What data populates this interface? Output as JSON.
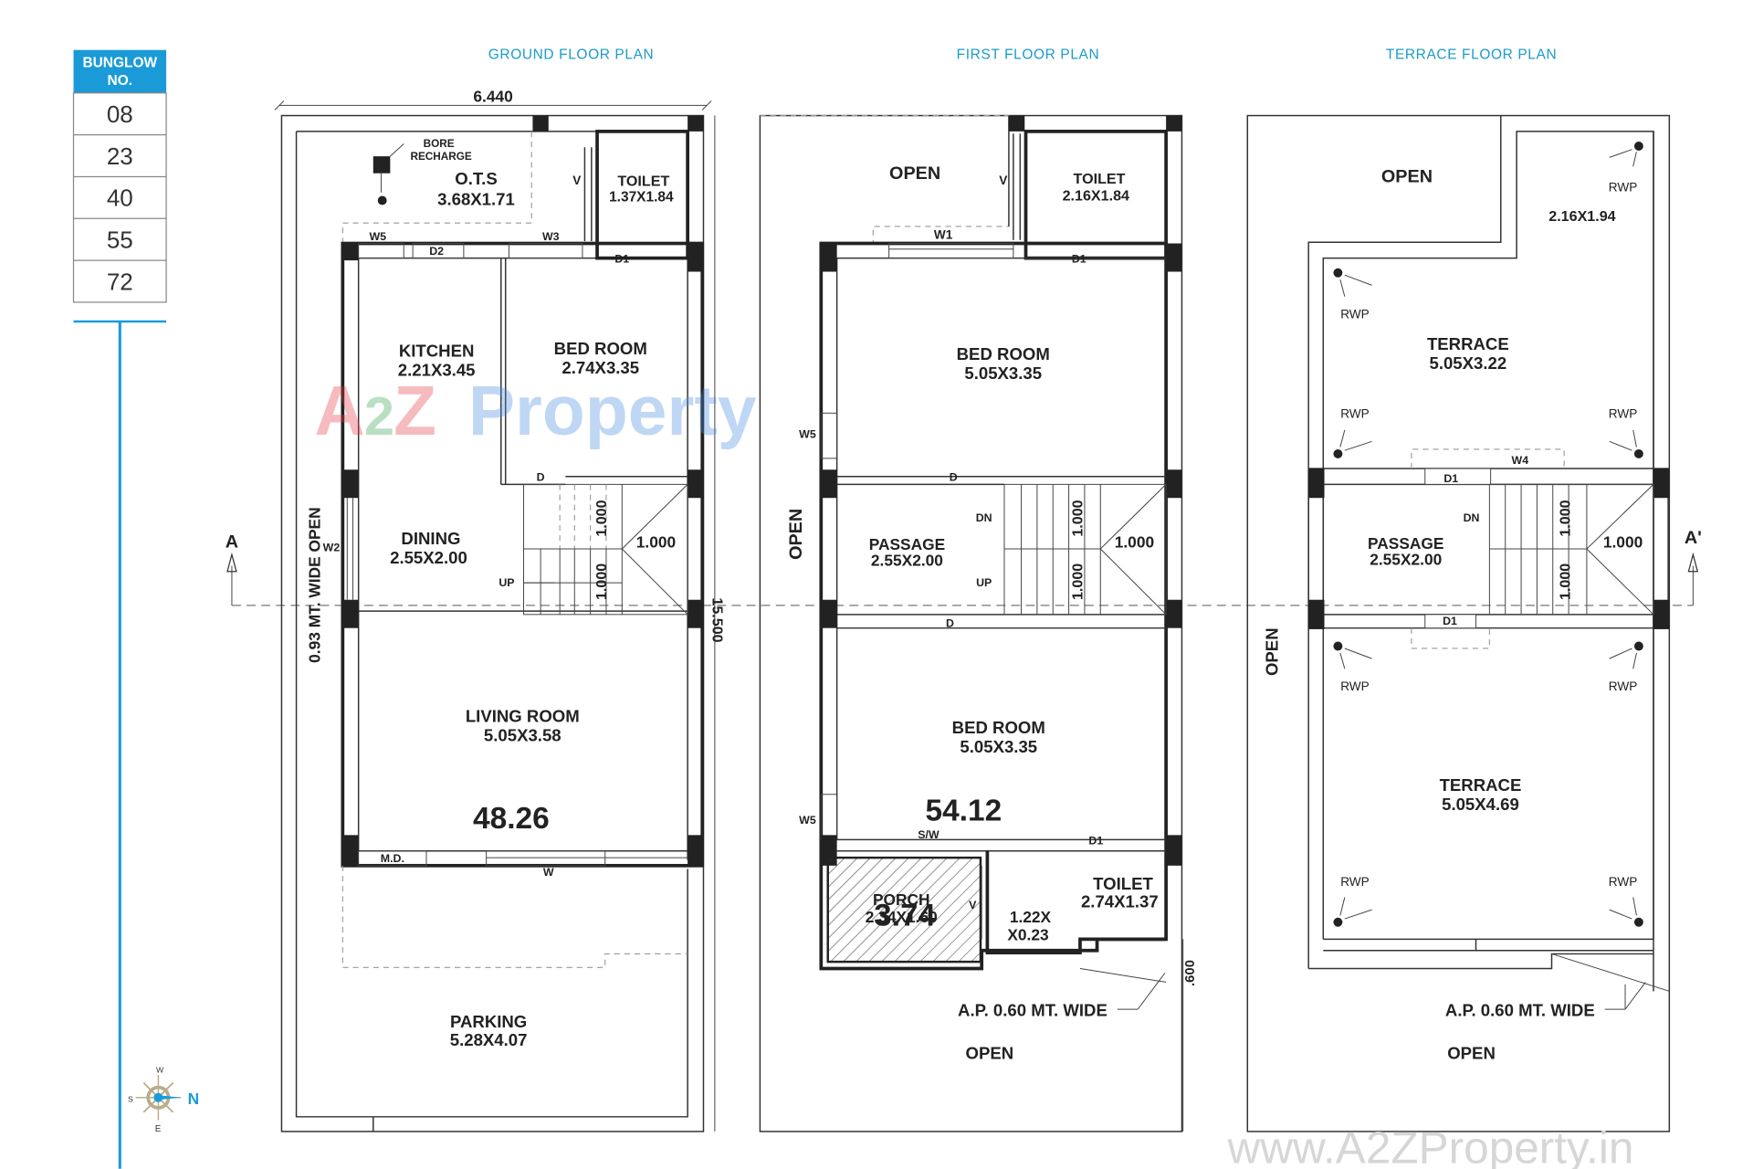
{
  "bungalow_table": {
    "header_line1": "BUNGLOW",
    "header_line2": "NO.",
    "numbers": [
      "08",
      "23",
      "40",
      "55",
      "72"
    ],
    "accent_color": "#1a9bd7"
  },
  "titles": {
    "ground": "GROUND FLOOR PLAN",
    "first": "FIRST FLOOR PLAN",
    "terrace": "TERRACE FLOOR PLAN"
  },
  "watermark": {
    "logo_a": "A",
    "logo_2": "2",
    "logo_z": "Z",
    "logo_property": "Property",
    "url": "www.A2ZProperty.in"
  },
  "compass": {
    "north": "N",
    "south": "S",
    "east": "E",
    "west": "W"
  },
  "section_markers": {
    "left": "A",
    "right": "A'"
  },
  "ground_floor": {
    "width_dim": "6.440",
    "length_dim": "15.500",
    "side_open": "0.93 MT. WIDE OPEN",
    "bore": "BORE",
    "recharge": "RECHARGE",
    "ots_name": "O.T.S",
    "ots_dim": "3.68X1.71",
    "toilet_name": "TOILET",
    "toilet_dim": "1.37X1.84",
    "kitchen_name": "KITCHEN",
    "kitchen_dim": "2.21X3.45",
    "bedroom_name": "BED ROOM",
    "bedroom_dim": "2.74X3.35",
    "dining_name": "DINING",
    "dining_dim": "2.55X2.00",
    "living_name": "LIVING ROOM",
    "living_dim": "5.05X3.58",
    "area": "48.26",
    "parking_name": "PARKING",
    "parking_dim": "5.28X4.07",
    "tags": {
      "w5": "W5",
      "d2": "D2",
      "w3": "W3",
      "v": "V",
      "d1": "D1",
      "d": "D",
      "w2": "W2",
      "up": "UP",
      "md": "M.D.",
      "w": "W"
    },
    "stair_dims": {
      "a": "1.000",
      "b": "1.000",
      "c": "1.000"
    }
  },
  "first_floor": {
    "open_top": "OPEN",
    "open_side": "OPEN",
    "toilet_name": "TOILET",
    "toilet_dim": "2.16X1.84",
    "bedroom1_name": "BED ROOM",
    "bedroom1_dim": "5.05X3.35",
    "passage_name": "PASSAGE",
    "passage_dim": "2.55X2.00",
    "bedroom2_name": "BED ROOM",
    "bedroom2_dim": "5.05X3.35",
    "area": "54.12",
    "porch_name": "PORCH",
    "porch_dim": "2.34X1.60",
    "porch_area": "3.74",
    "toilet2_name": "TOILET",
    "toilet2_dim": "2.74X1.37",
    "duct_dim1": "1.22X",
    "duct_dim2": "X0.23",
    "ap": "A.P. 0.60 MT. WIDE",
    "ap_dim": ".600",
    "open_bottom": "OPEN",
    "tags": {
      "v": "V",
      "w1": "W1",
      "d1": "D1",
      "w5": "W5",
      "d": "D",
      "dn": "DN",
      "up": "UP",
      "sw": "S/W",
      "d1b": "D1"
    },
    "stair_dims": {
      "a": "1.000",
      "b": "1.000",
      "c": "1.000"
    }
  },
  "terrace_floor": {
    "open_top": "OPEN",
    "open_top_dim": "2.16X1.94",
    "open_side": "OPEN",
    "terrace1_name": "TERRACE",
    "terrace1_dim": "5.05X3.22",
    "passage_name": "PASSAGE",
    "passage_dim": "2.55X2.00",
    "terrace2_name": "TERRACE",
    "terrace2_dim": "5.05X4.69",
    "ap": "A.P. 0.60 MT. WIDE",
    "open_bottom": "OPEN",
    "rwp": "RWP",
    "tags": {
      "d1": "D1",
      "w4": "W4",
      "dn": "DN",
      "d1b": "D1"
    },
    "stair_dims": {
      "a": "1.000",
      "b": "1.000",
      "c": "1.000"
    }
  }
}
